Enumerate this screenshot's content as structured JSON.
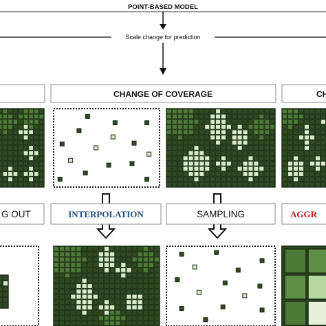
{
  "header": {
    "title": "POINT-BASED MODEL",
    "scale_label": "Scale change for prediction"
  },
  "groups": {
    "left_partial": "",
    "change_of_coverage": "CHANGE OF COVERAGE",
    "right_partial": "CH"
  },
  "methods": {
    "zooming_out_partial": "G OUT",
    "interpolation": "INTERPOLATION",
    "sampling": "SAMPLING",
    "aggregation_partial": "AGGR"
  },
  "colors": {
    "dark_green": "#2f4a22",
    "mid_green": "#4d7a36",
    "light_green": "#d8ebc6",
    "interpolation_blue": "#1f4e79",
    "aggregation_red": "#b01818",
    "label_border": "#7a7a7a"
  }
}
